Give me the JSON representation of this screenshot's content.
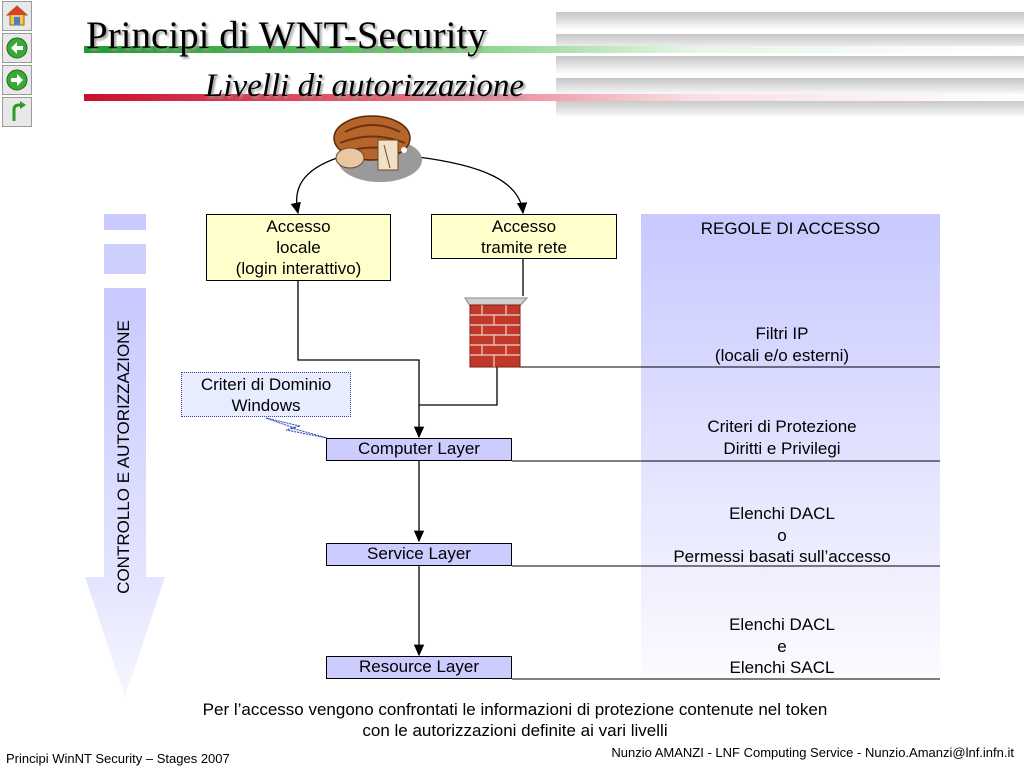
{
  "nav": {
    "buttons": [
      {
        "icon": "home-icon"
      },
      {
        "icon": "back-arrow-icon"
      },
      {
        "icon": "forward-arrow-icon"
      },
      {
        "icon": "return-arrow-icon"
      }
    ]
  },
  "title": {
    "main": "Principi di WNT-Security",
    "sub": "Livelli di autorizzazione"
  },
  "diagram": {
    "user_icon": "user-keys-icon",
    "firewall_icon": "brick-wall-icon",
    "access_local": [
      "Accesso",
      "locale",
      "(login interattivo)"
    ],
    "access_network": [
      "Accesso",
      "tramite rete"
    ],
    "domain_policy": [
      "Criteri di Dominio",
      "Windows"
    ],
    "layers": {
      "computer": "Computer Layer",
      "service": "Service Layer",
      "resource": "Resource Layer"
    },
    "vertical_label": "CONTROLLO E AUTORIZZAZIONE",
    "rules": {
      "header": "REGOLE DI ACCESSO",
      "ip_filters": [
        "Filtri IP",
        "(locali e/o esterni)"
      ],
      "protection": [
        "Criteri di Protezione",
        "Diritti e Privilegi"
      ],
      "dacl_or": [
        "Elenchi DACL",
        "o",
        "Permessi basati sull’accesso"
      ],
      "dacl_and": [
        "Elenchi DACL",
        "e",
        "Elenchi SACL"
      ]
    }
  },
  "caption": [
    "Per l’accesso vengono confrontati le informazioni di protezione contenute nel token",
    "con le autorizzazioni definite ai vari livelli"
  ],
  "footer": {
    "left": "Principi WinNT Security – Stages 2007",
    "right": "Nunzio AMANZI - LNF Computing Service - Nunzio.Amanzi@lnf.infn.it"
  },
  "colors": {
    "layer_box": "#ccccff",
    "access_box": "#ffffcc",
    "title_green": "#1e9a2e",
    "title_red": "#c8102e"
  }
}
